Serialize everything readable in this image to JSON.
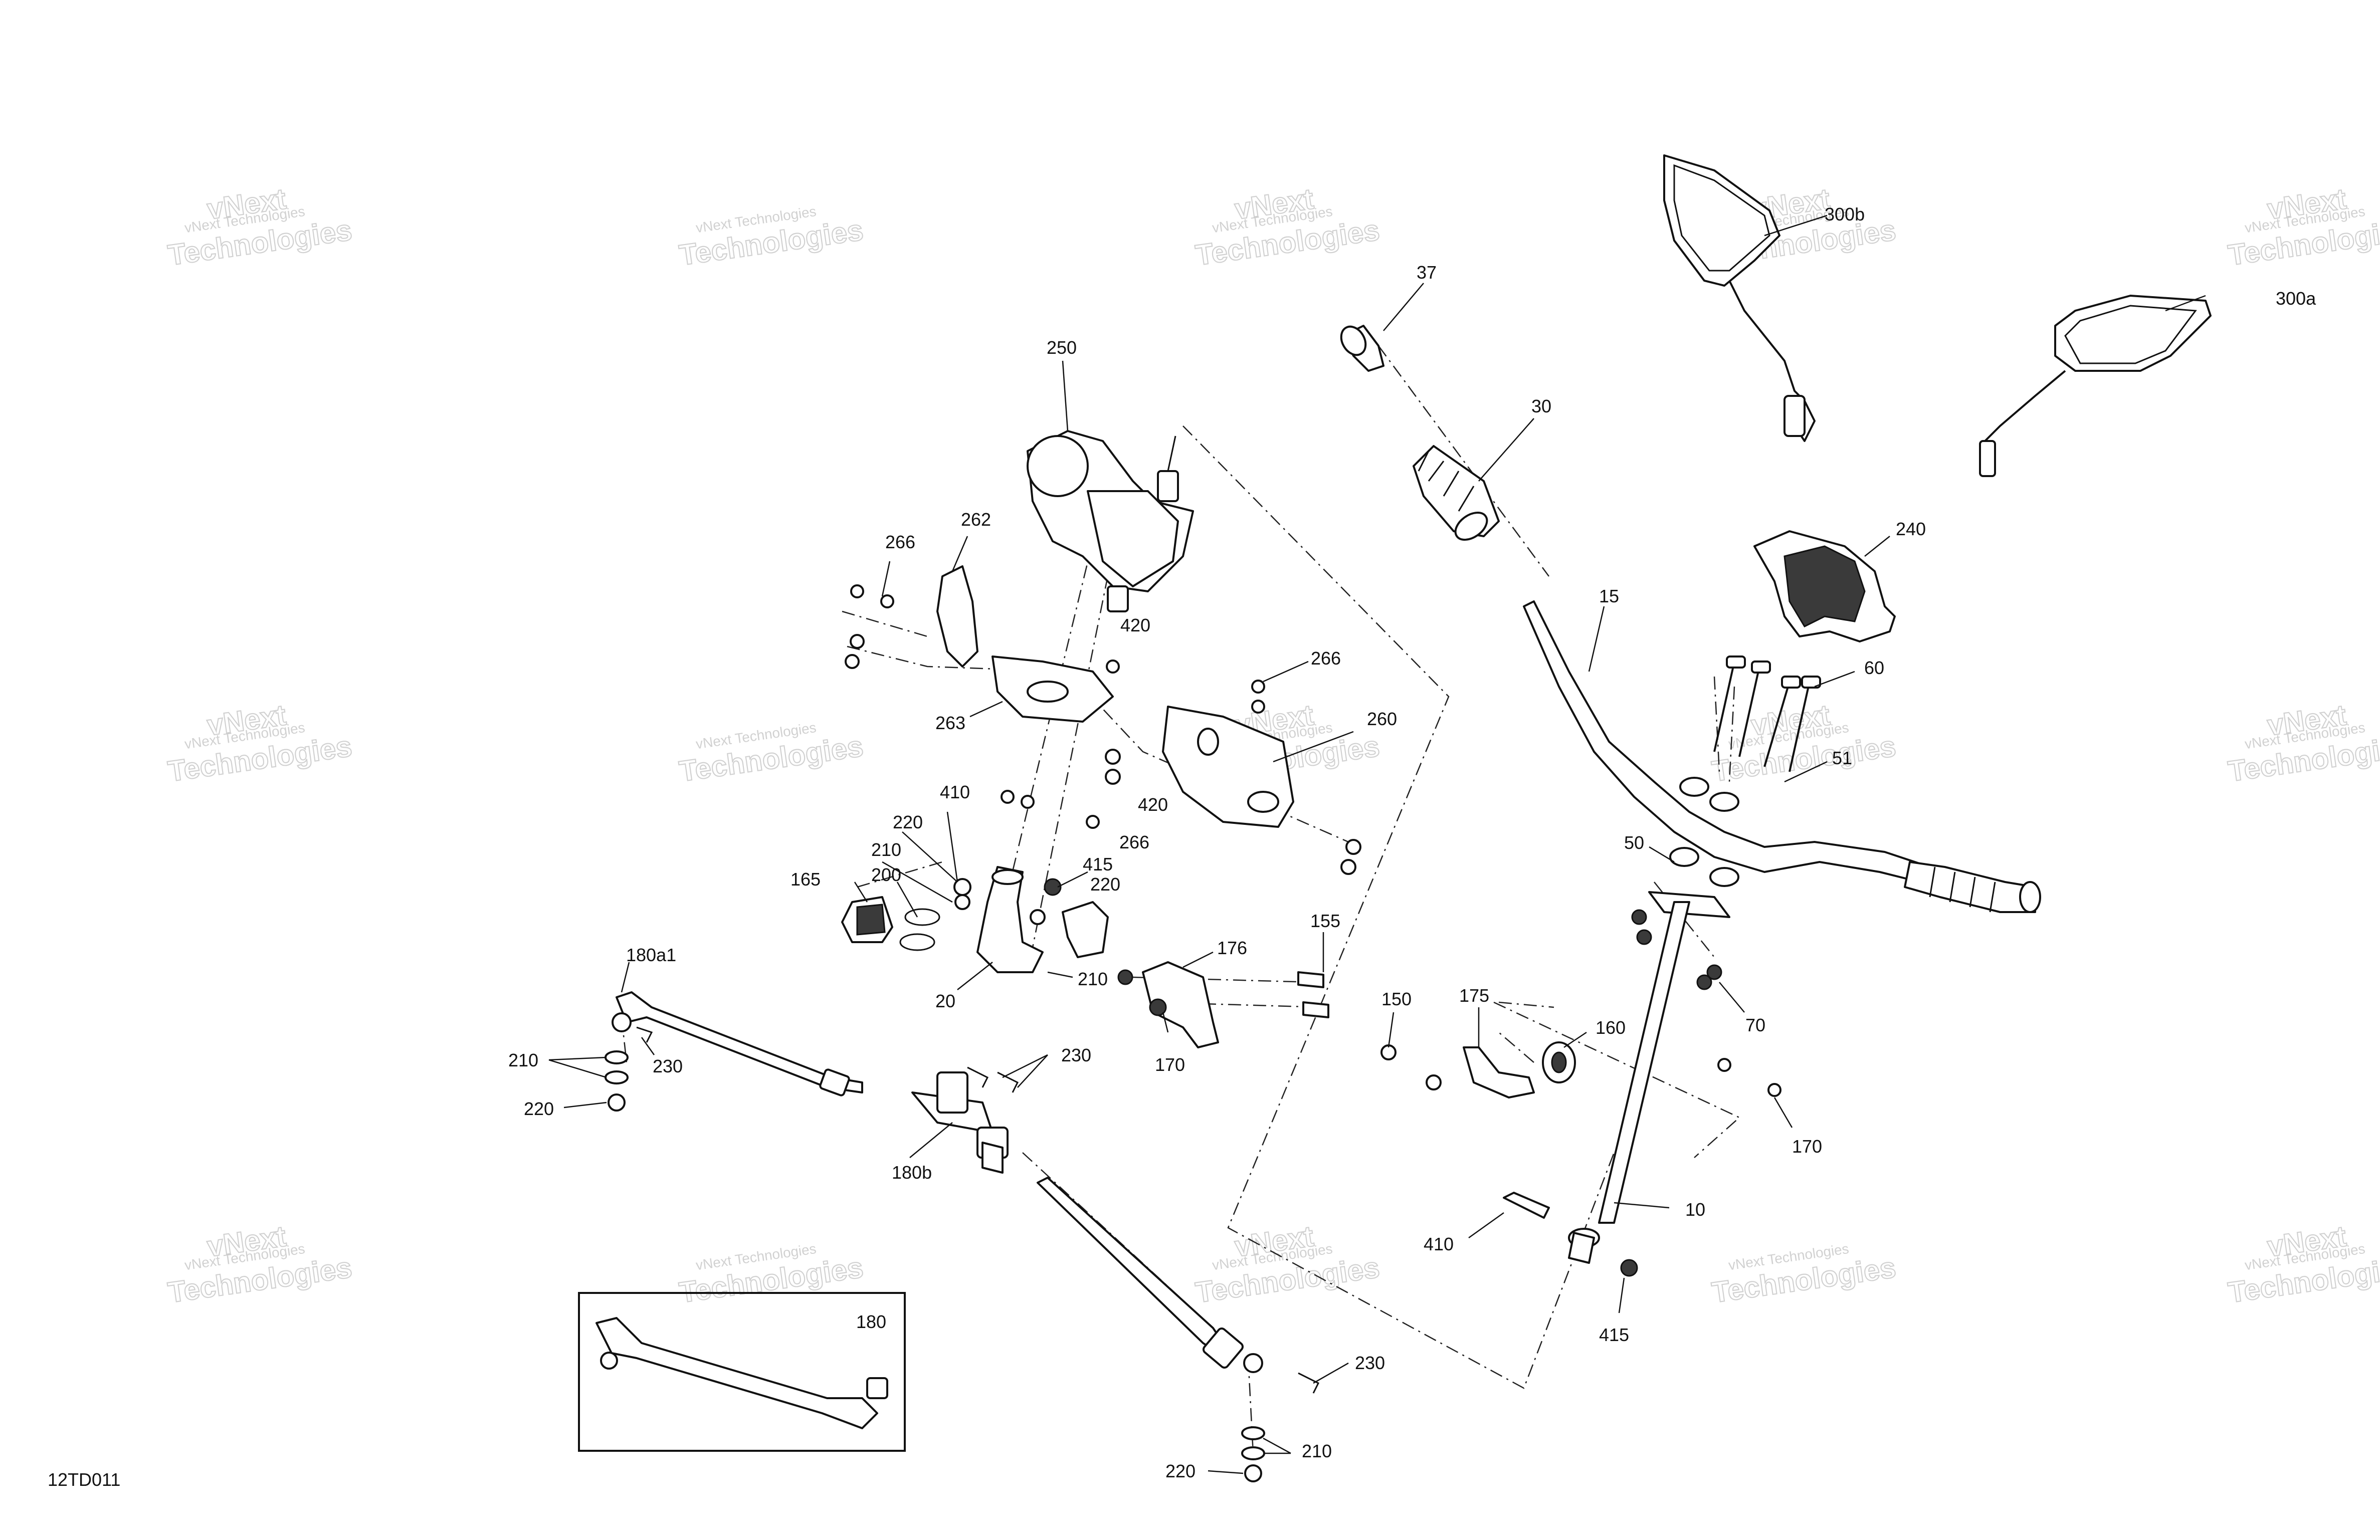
{
  "diagram_code": "12TD011",
  "watermark": {
    "line1": "vNext Technologies",
    "line2": "vNext",
    "line3": "Technologies"
  },
  "callouts": {
    "c37": "37",
    "c30": "30",
    "c300b": "300b",
    "c300a": "300a",
    "c250": "250",
    "c262": "262",
    "c266a": "266",
    "c420a": "420",
    "c266b": "266",
    "c263": "263",
    "c260": "260",
    "c420b": "420",
    "c266c": "266",
    "c410a": "410",
    "c220a": "220",
    "c210a": "210",
    "c200": "200",
    "c165": "165",
    "c415a": "415",
    "c220b": "220",
    "c210b": "210",
    "c20": "20",
    "c176": "176",
    "c155": "155",
    "c170a": "170",
    "c240": "240",
    "c15": "15",
    "c60": "60",
    "c51": "51",
    "c50": "50",
    "c70": "70",
    "c150": "150",
    "c175": "175",
    "c160": "160",
    "c170b": "170",
    "c10": "10",
    "c410b": "410",
    "c415b": "415",
    "c180a1": "180a1",
    "c210c": "210",
    "c230a": "230",
    "c220c": "220",
    "c230b": "230",
    "c180b": "180b",
    "c180": "180",
    "c230c": "230",
    "c210d": "210",
    "c220d": "220"
  }
}
